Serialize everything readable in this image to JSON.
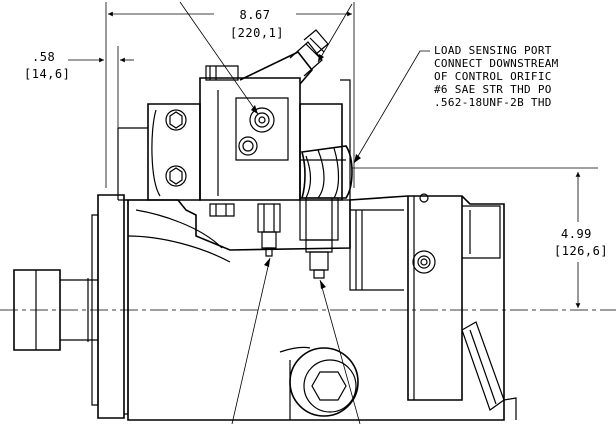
{
  "dimensions": {
    "overall_width": {
      "inches": "8.67",
      "mm": "[220,1]"
    },
    "left_offset": {
      "inches": ".58",
      "mm": "[14,6]"
    },
    "height_to_centerline": {
      "inches": "4.99",
      "mm": "[126,6]"
    }
  },
  "callout": {
    "lines": [
      "LOAD SENSING PORT",
      "CONNECT DOWNSTREAM",
      "OF CONTROL ORIFIC",
      "#6 SAE STR THD PO",
      ".562-18UNF-2B THD"
    ]
  }
}
